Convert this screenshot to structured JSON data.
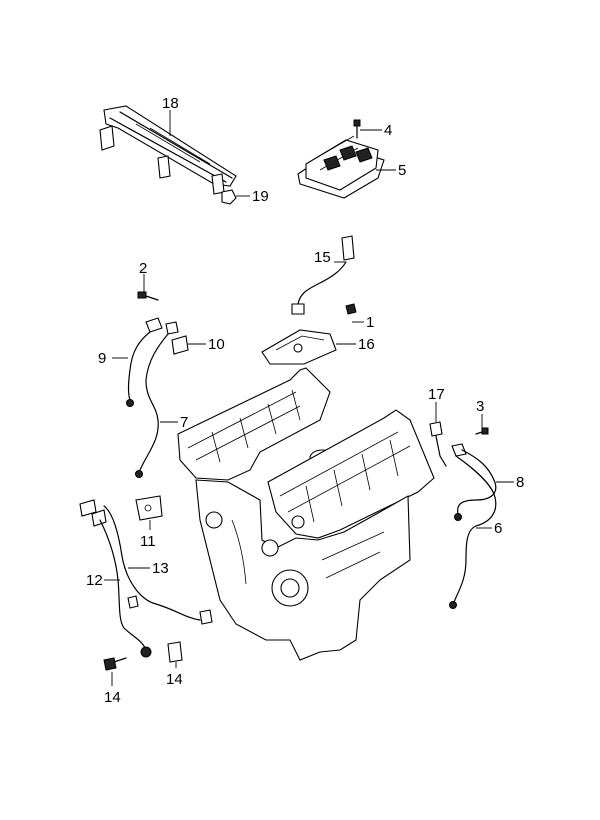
{
  "callouts": [
    {
      "key": "18",
      "text": "18"
    },
    {
      "key": "19",
      "text": "19"
    },
    {
      "key": "4",
      "text": "4"
    },
    {
      "key": "5",
      "text": "5"
    },
    {
      "key": "15",
      "text": "15"
    },
    {
      "key": "1",
      "text": "1"
    },
    {
      "key": "16",
      "text": "16"
    },
    {
      "key": "2",
      "text": "2"
    },
    {
      "key": "10",
      "text": "10"
    },
    {
      "key": "9",
      "text": "9"
    },
    {
      "key": "7",
      "text": "7"
    },
    {
      "key": "17",
      "text": "17"
    },
    {
      "key": "3",
      "text": "3"
    },
    {
      "key": "8",
      "text": "8"
    },
    {
      "key": "6",
      "text": "6"
    },
    {
      "key": "11",
      "text": "11"
    },
    {
      "key": "13",
      "text": "13"
    },
    {
      "key": "12",
      "text": "12"
    },
    {
      "key": "14a",
      "text": "14"
    },
    {
      "key": "14b",
      "text": "14"
    }
  ]
}
